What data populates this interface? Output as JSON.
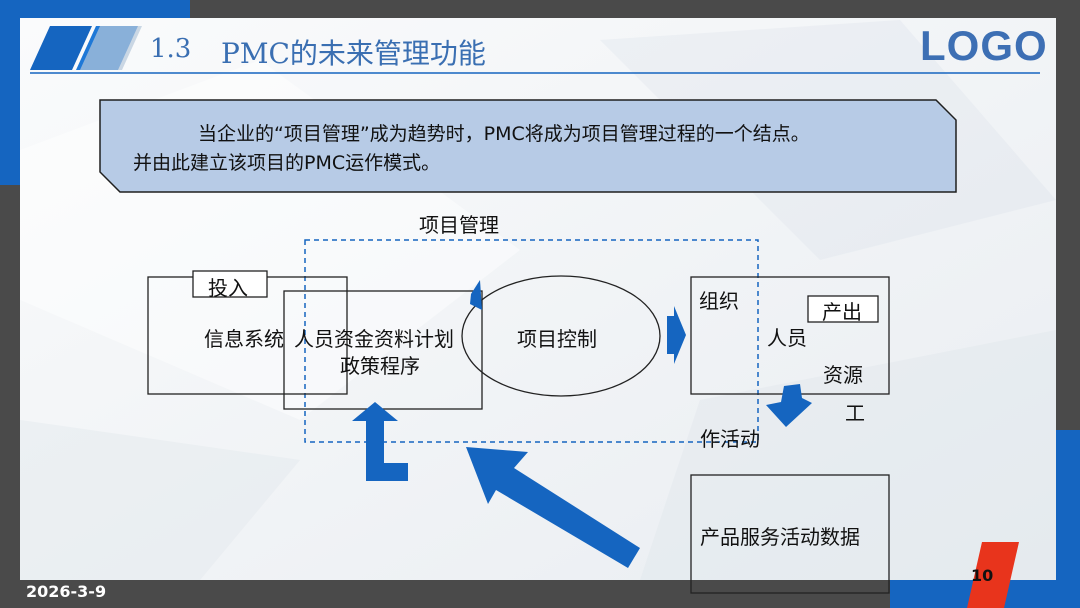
{
  "header": {
    "section_number": "1.3",
    "title": "PMC的未来管理功能",
    "logo": "LOGO"
  },
  "callout": {
    "line1": "当企业的“项目管理”成为趋势时，PMC将成为项目管理过程的一个结点。",
    "line2": "并由此建立该项目的PMC运作模式。"
  },
  "diagram": {
    "project_management_label": "项目管理",
    "input_label": "投入",
    "input_text_left": "信息系统",
    "input_text_right_line1": "人员资金资料计划",
    "input_text_right_line2": "政策程序",
    "control_label": "项目控制",
    "output_label": "产出",
    "output_org": "组织",
    "output_people": "人员",
    "output_resources": "资源",
    "output_work": "工",
    "work_activity": "作活动",
    "data_box": "产品服务活动数据"
  },
  "footer": {
    "date": "2026-3-9",
    "page_number": "10"
  },
  "colors": {
    "accent_blue": "#1565c0",
    "callout_fill": "#b7cbe6",
    "page_badge": "#e8341c",
    "logo_blue": "#3d6fb4",
    "frame_dark": "#4a4a4a"
  }
}
